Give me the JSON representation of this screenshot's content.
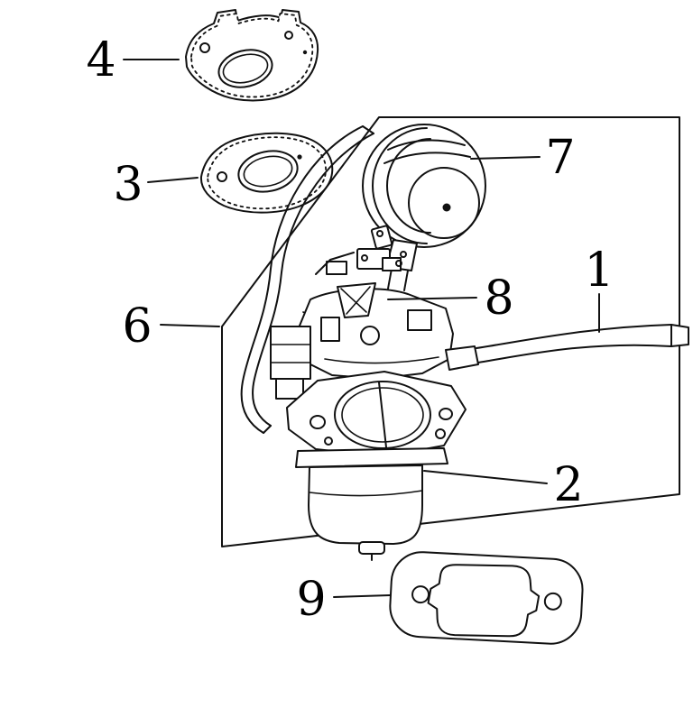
{
  "page": {
    "background_color": "#ffffff",
    "line_color": "#111111",
    "label_color": "#000000"
  },
  "diagram": {
    "kind": "exploded-parts-line-diagram",
    "callouts": [
      {
        "label": "4"
      },
      {
        "label": "7"
      },
      {
        "label": "3"
      },
      {
        "label": "8"
      },
      {
        "label": "1"
      },
      {
        "label": "6"
      },
      {
        "label": "2"
      },
      {
        "label": "9"
      }
    ]
  }
}
